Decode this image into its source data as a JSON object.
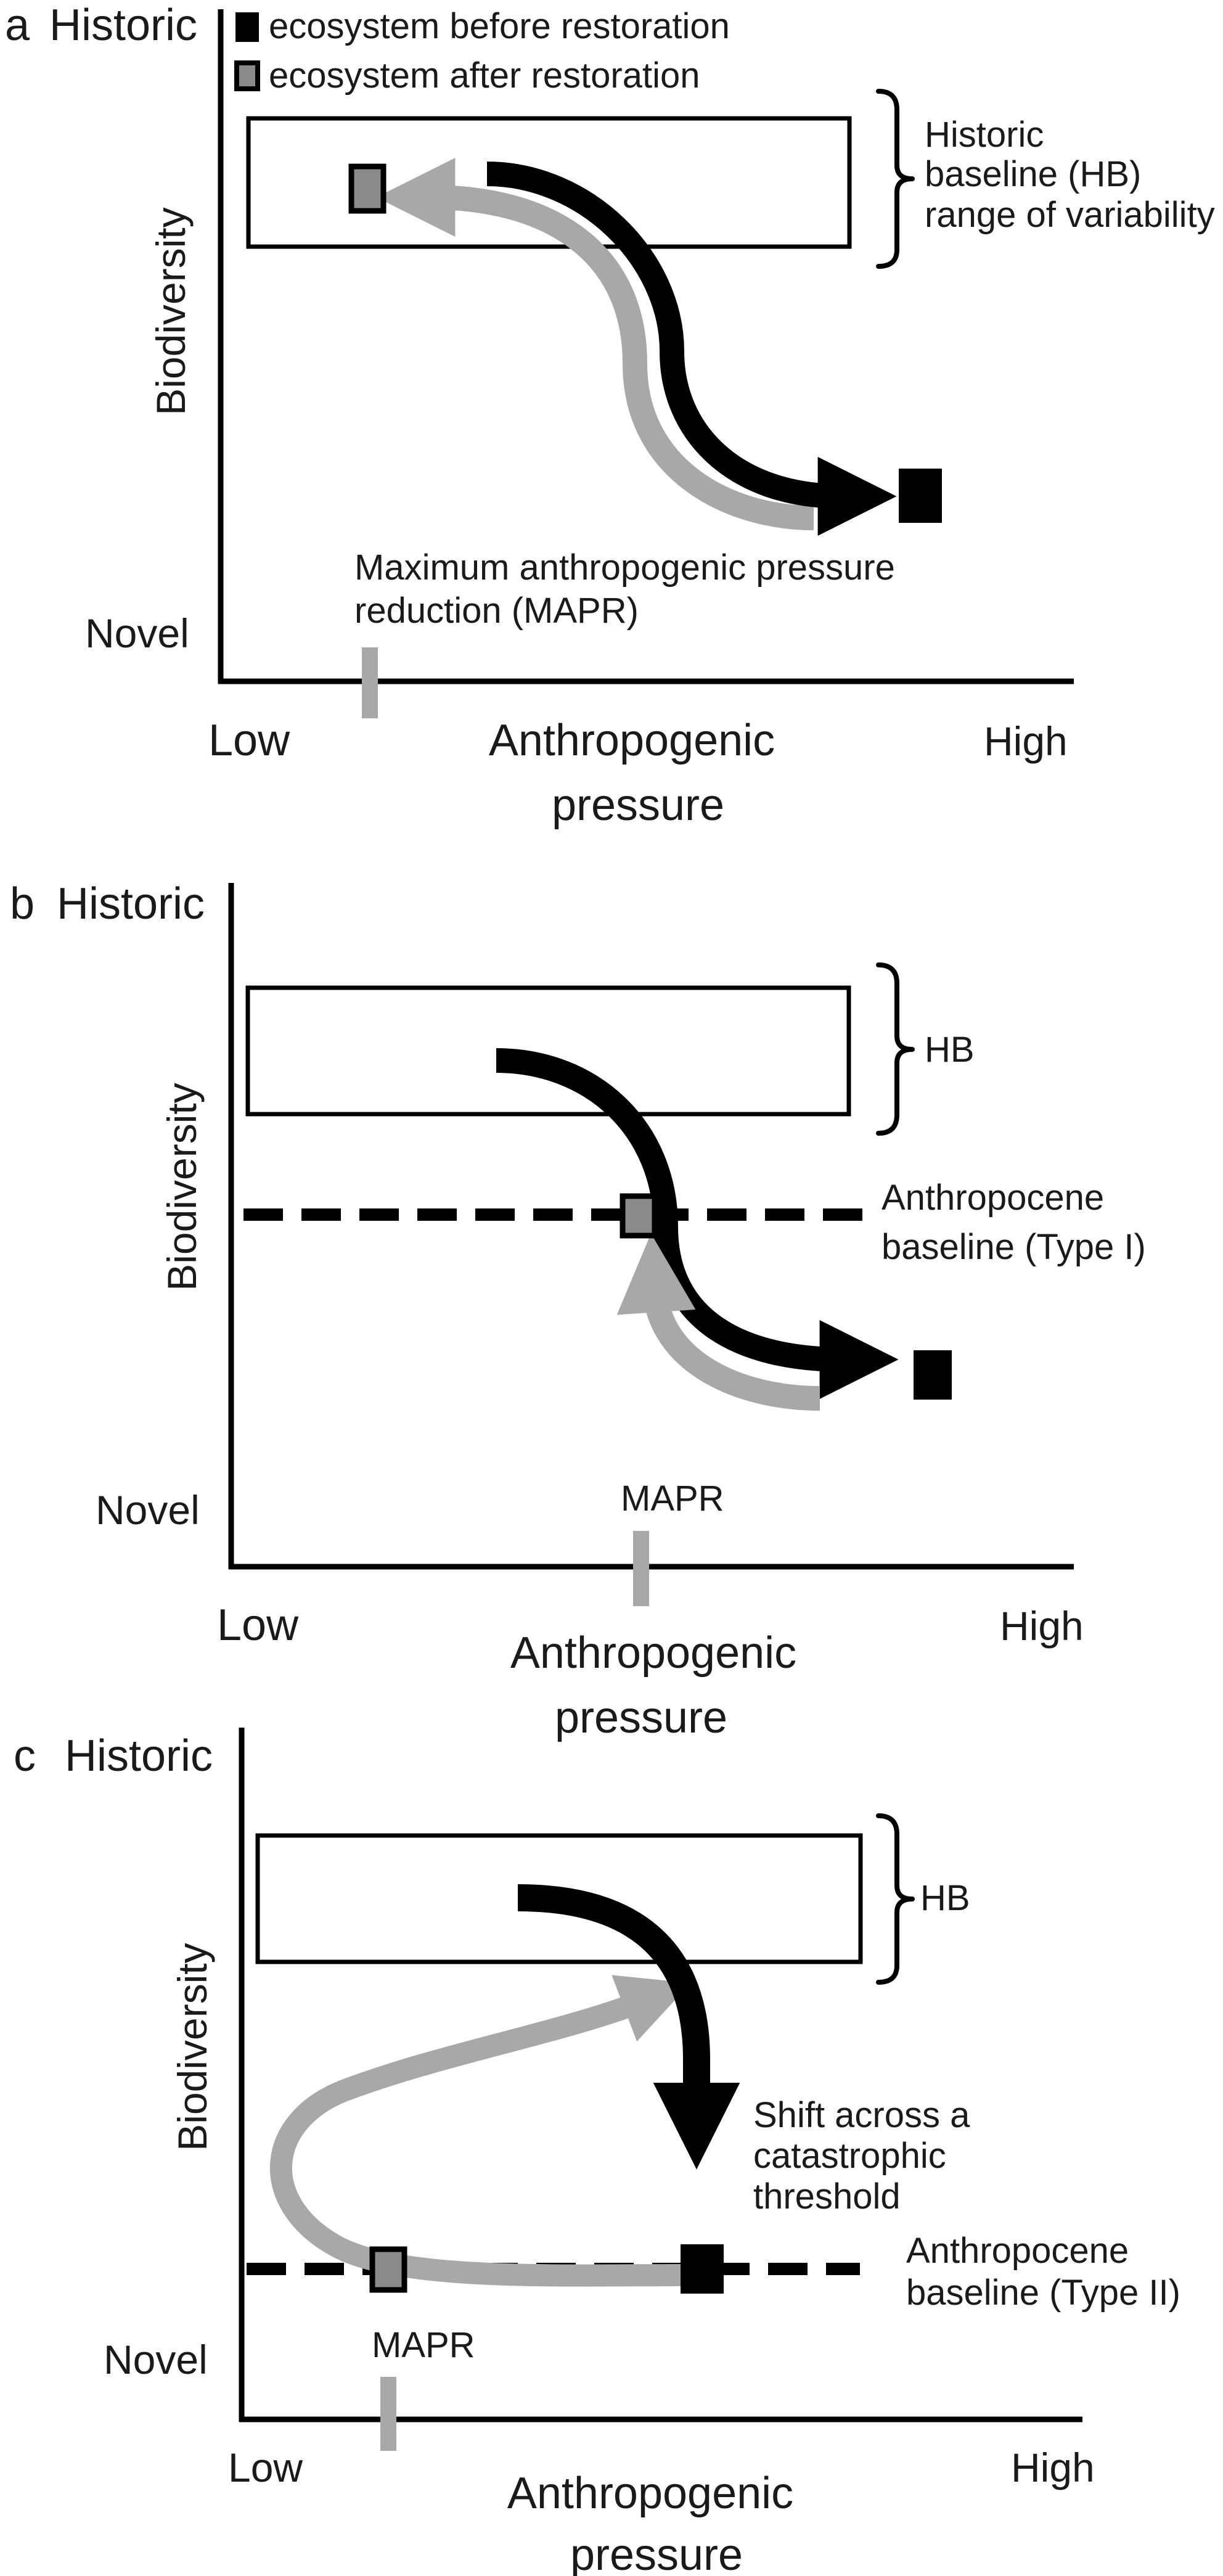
{
  "legend": {
    "before": "ecosystem before restoration",
    "after": "ecosystem after restoration"
  },
  "colors": {
    "before": "#000000",
    "after": "#8a8a8a",
    "restoration_path": "#a8a8a8",
    "degradation_path": "#000000"
  },
  "panels": [
    {
      "letter": "a",
      "y_top": "Historic",
      "y_bottom": "Novel",
      "y_label": "Biodiversity",
      "x_left": "Low",
      "x_right": "High",
      "x_label_line1": "Anthropogenic",
      "x_label_line2": "pressure",
      "hb_line1": "Historic",
      "hb_line2": "baseline (HB)",
      "hb_line3": "range of variability",
      "mapr_line1": "Maximum anthropogenic pressure",
      "mapr_line2": "reduction (MAPR)"
    },
    {
      "letter": "b",
      "y_top": "Historic",
      "y_bottom": "Novel",
      "y_label": "Biodiversity",
      "x_left": "Low",
      "x_right": "High",
      "x_label_line1": "Anthropogenic",
      "x_label_line2": "pressure",
      "hb": "HB",
      "baseline_line1": "Anthropocene",
      "baseline_line2": "baseline (Type I)",
      "mapr": "MAPR"
    },
    {
      "letter": "c",
      "y_top": "Historic",
      "y_bottom": "Novel",
      "y_label": "Biodiversity",
      "x_left": "Low",
      "x_right": "High",
      "x_label_line1": "Anthropogenic",
      "x_label_line2": "pressure",
      "hb": "HB",
      "shift_line1": "Shift across a",
      "shift_line2": "catastrophic",
      "shift_line3": "threshold",
      "baseline_line1": "Anthropocene",
      "baseline_line2": "baseline (Type II)",
      "mapr": "MAPR"
    }
  ]
}
